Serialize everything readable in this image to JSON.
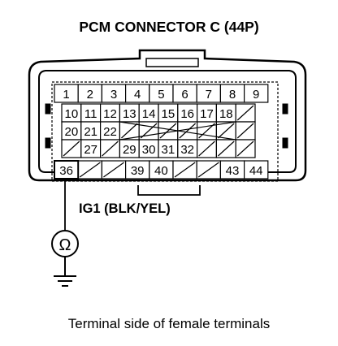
{
  "title": "PCM CONNECTOR C (44P)",
  "wire_label": "IG1 (BLK/YEL)",
  "caption": "Terminal side of female terminals",
  "meter_symbol": "Ω",
  "meter_icon": "ohmmeter-icon",
  "ground_icon": "ground-icon",
  "connector": {
    "pin_count": 44,
    "rows": [
      [
        "1",
        "2",
        "3",
        "4",
        "5",
        "6",
        "7",
        "8",
        "9"
      ],
      [
        "10",
        "11",
        "12",
        "13",
        "14",
        "15",
        "16",
        "17",
        "18",
        ""
      ],
      [
        "20",
        "21",
        "22",
        "",
        "",
        "",
        "",
        "",
        "",
        ""
      ],
      [
        "",
        "27",
        "",
        "29",
        "30",
        "31",
        "32",
        "",
        "",
        ""
      ],
      [
        "36",
        "",
        "",
        "39",
        "40",
        "",
        "",
        "43",
        "44"
      ]
    ],
    "probed_terminal": "36"
  }
}
